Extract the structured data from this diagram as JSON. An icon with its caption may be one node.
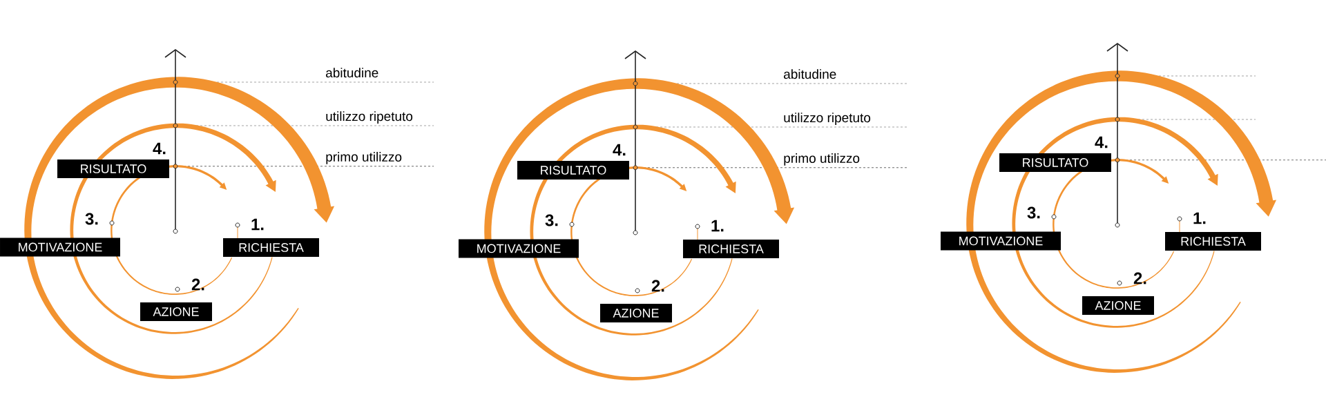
{
  "diagram": {
    "nodes": [
      {
        "text": [
          "RISULTATO"
        ]
      },
      {
        "text": [
          "MOTIVAZIONE"
        ]
      },
      {
        "text": [
          "RICHIESTA"
        ]
      },
      {
        "text": [
          "AZIONE"
        ]
      },
      {
        "text": [
          "RISULTATO"
        ]
      },
      {
        "text": [
          "MOTIVAZIONE"
        ]
      },
      {
        "text": [
          "RICHIESTA"
        ]
      },
      {
        "text": [
          "AZIONE"
        ]
      },
      {
        "text": [
          "RISULTATO"
        ]
      },
      {
        "text": [
          "MOTIVAZIONE"
        ]
      },
      {
        "text": [
          "RICHIESTA"
        ]
      },
      {
        "text": [
          "AZIONE"
        ]
      }
    ],
    "labels": [
      "abitudine",
      "utilizzo ripetuto",
      "4.",
      "primo utilizzo",
      "3.",
      "1.",
      "2.",
      "abitudine",
      "utilizzo ripetuto",
      "4.",
      "primo utilizzo",
      "3.",
      "1.",
      "2.",
      "4.",
      "3.",
      "1.",
      "2."
    ]
  }
}
